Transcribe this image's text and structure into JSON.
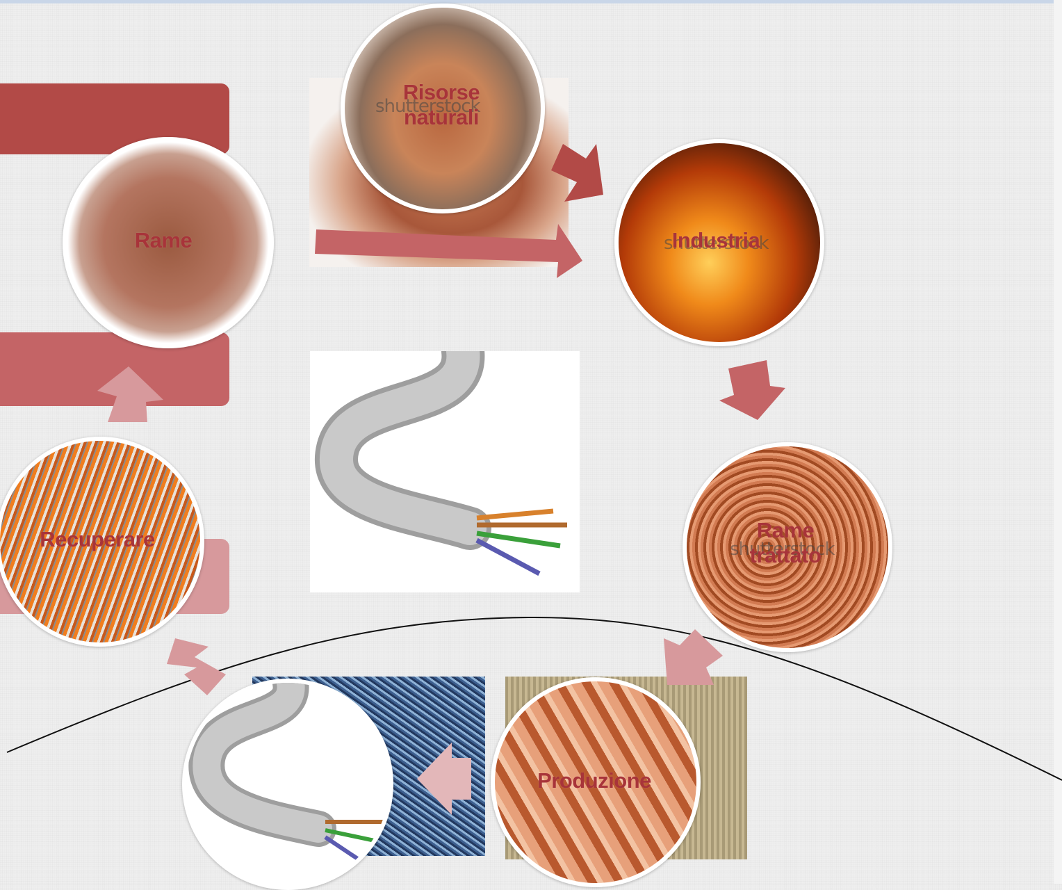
{
  "nodes": {
    "risorse": "Risorse naturali",
    "industria": "Industria",
    "rame_trattato": "Rame trattato",
    "produzione": "Produzione",
    "recuperare": "Recuperare",
    "rame": "Rame"
  },
  "watermark": "shutterstock",
  "colors": {
    "dark_red": "#b24a47",
    "mid_red": "#c46466",
    "light_red": "#d7999c",
    "label": "#a8343a"
  }
}
